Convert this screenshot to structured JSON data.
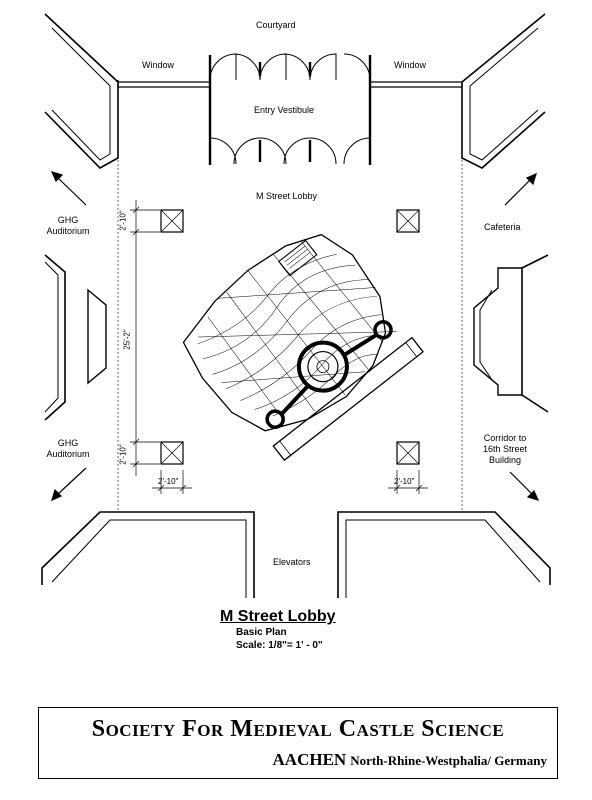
{
  "plan": {
    "labels": {
      "courtyard": "Courtyard",
      "window_left": "Window",
      "window_right": "Window",
      "entry_vestibule": "Entry Vestibule",
      "lobby": "M Street Lobby",
      "ghg_top": "GHG Auditorium",
      "ghg_bottom": "GHG Auditorium",
      "cafeteria": "Cafeteria",
      "corridor": "Corridor to 16th Street Building",
      "elevators": "Elevators"
    },
    "dimensions": {
      "top_pillar_offset": "2'-10\"",
      "overall_height": "25'-2\"",
      "bottom_pillar_offset": "2'-10\"",
      "bottom_left_width": "2'-10\"",
      "bottom_right_width": "2'-10\""
    }
  },
  "title_block": {
    "title": "M Street Lobby",
    "subtitle": "Basic Plan",
    "scale": "Scale: 1/8\"= 1' - 0\""
  },
  "banner": {
    "organization": "Society For Medieval Castle Science",
    "city": "AACHEN",
    "region": "North-Rhine-Westphalia/ Germany"
  }
}
